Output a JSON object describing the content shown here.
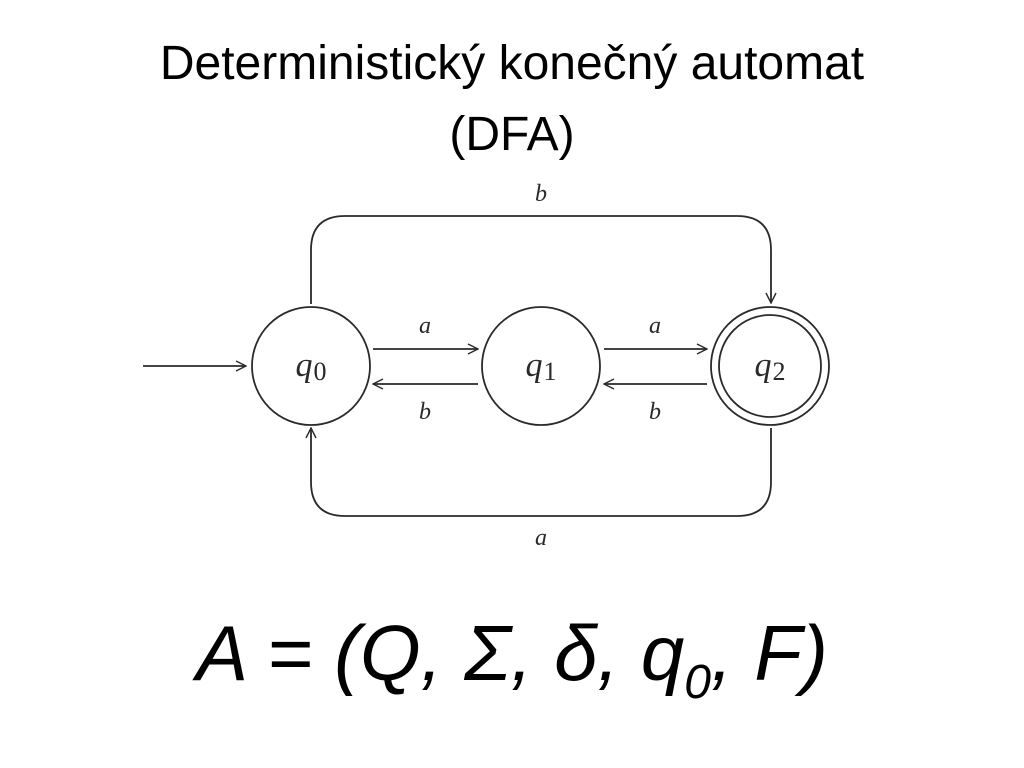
{
  "title": {
    "line1": "Deterministický konečný automat",
    "line2": "(DFA)"
  },
  "diagram": {
    "states": [
      {
        "id": "q0",
        "symbol": "q",
        "subscript": "0",
        "initial": true,
        "accepting": false
      },
      {
        "id": "q1",
        "symbol": "q",
        "subscript": "1",
        "initial": false,
        "accepting": false
      },
      {
        "id": "q2",
        "symbol": "q",
        "subscript": "2",
        "initial": false,
        "accepting": true
      }
    ],
    "transitions": [
      {
        "from": "q0",
        "to": "q1",
        "label": "a"
      },
      {
        "from": "q1",
        "to": "q0",
        "label": "b"
      },
      {
        "from": "q1",
        "to": "q2",
        "label": "a"
      },
      {
        "from": "q2",
        "to": "q1",
        "label": "b"
      },
      {
        "from": "q0",
        "to": "q2",
        "label": "b"
      },
      {
        "from": "q2",
        "to": "q0",
        "label": "a"
      }
    ]
  },
  "formula": {
    "prefix": "A = (Q, Σ, δ, q",
    "subscript": "0",
    "suffix": ", F)"
  }
}
